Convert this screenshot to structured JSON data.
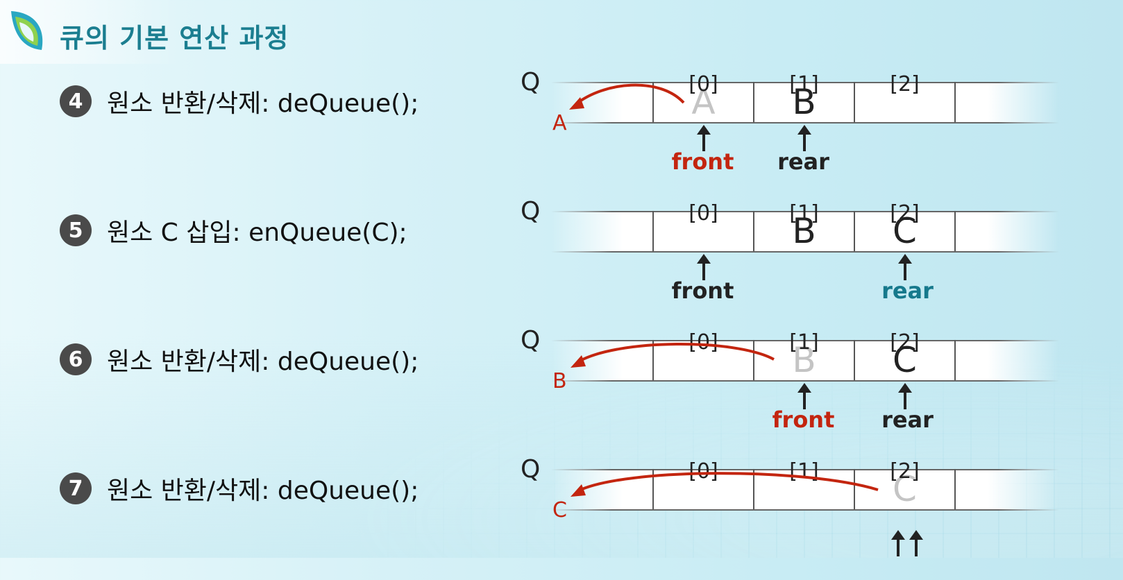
{
  "title": "큐의 기본 연산 과정",
  "queue_label": "Q",
  "indices": [
    "[0]",
    "[1]",
    "[2]"
  ],
  "steps": [
    {
      "num": "4",
      "desc": "원소 반환/삭제: deQueue();",
      "cells": [
        "A",
        "B",
        ""
      ],
      "faded_index": 0,
      "removed": "A",
      "front_label": "front",
      "rear_label": "rear"
    },
    {
      "num": "5",
      "desc": "원소 C 삽입: enQueue(C);",
      "cells": [
        "",
        "B",
        "C"
      ],
      "faded_index": null,
      "removed": "",
      "front_label": "front",
      "rear_label": "rear"
    },
    {
      "num": "6",
      "desc": "원소 반환/삭제: deQueue();",
      "cells": [
        "",
        "B",
        "C"
      ],
      "faded_index": 1,
      "removed": "B",
      "front_label": "front",
      "rear_label": "rear"
    },
    {
      "num": "7",
      "desc": "원소 반환/삭제: deQueue();",
      "cells": [
        "",
        "",
        "C"
      ],
      "faded_index": 2,
      "removed": "C",
      "front_label": "",
      "rear_label": ""
    }
  ],
  "colors": {
    "title": "#1b7e90",
    "highlight_red": "#c3250f",
    "highlight_teal": "#16798c",
    "faded": "#c4c4c4"
  }
}
